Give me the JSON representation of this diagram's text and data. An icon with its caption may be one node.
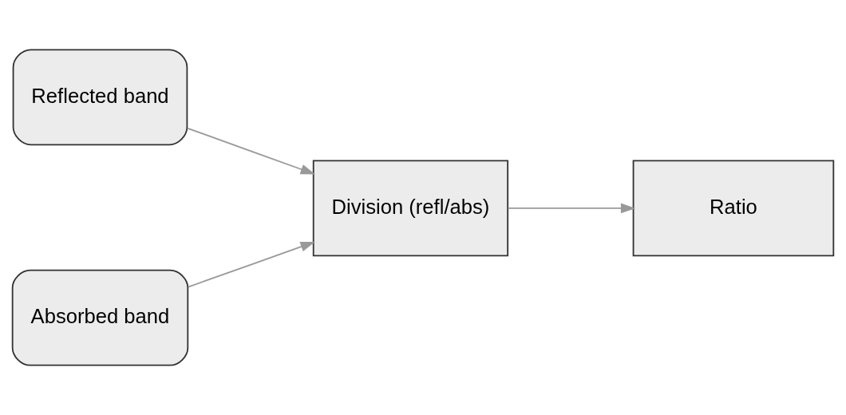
{
  "diagram": {
    "nodes": [
      {
        "text": [
          "Reflected band"
        ]
      },
      {
        "text": [
          "Absorbed band"
        ]
      },
      {
        "text": [
          "Division (refl/abs)"
        ]
      },
      {
        "text": [
          "Ratio"
        ]
      }
    ],
    "edges": [
      {
        "from": 0,
        "to": 2,
        "arrow": "to"
      },
      {
        "from": 1,
        "to": 2,
        "arrow": "to"
      },
      {
        "from": 2,
        "to": 3,
        "arrow": "to"
      }
    ]
  }
}
